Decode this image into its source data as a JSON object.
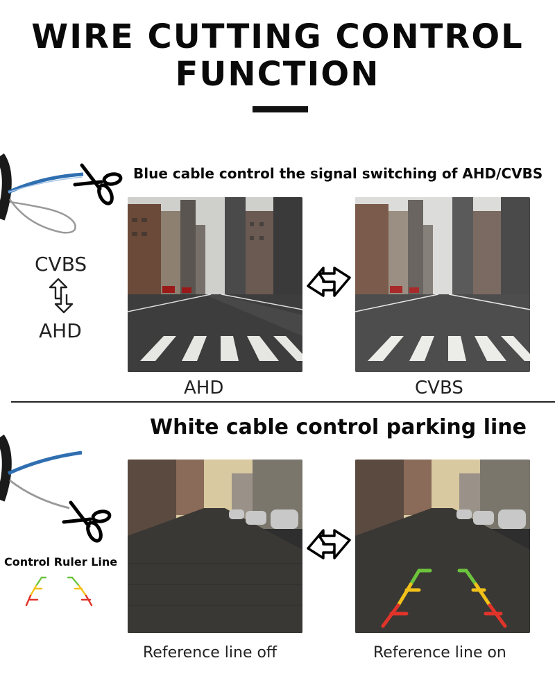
{
  "title": {
    "line1": "WIRE CUTTING CONTROL",
    "line2": "FUNCTION"
  },
  "section1": {
    "heading": "Blue cable control the signal switching of AHD/CVBS",
    "mode_top": "CVBS",
    "mode_bottom": "AHD",
    "left_image_label": "AHD",
    "right_image_label": "CVBS",
    "cable_color": "#2f6fb0"
  },
  "section2": {
    "heading": "White cable control parking line",
    "control_label": "Control Ruler Line",
    "left_image_label": "Reference line off",
    "right_image_label": "Reference line on",
    "guide_colors": [
      "#e0342a",
      "#f2c21a",
      "#6cc43c"
    ]
  },
  "icons": [
    "scissors-icon",
    "swap-arrows-icon",
    "up-down-arrows-icon"
  ]
}
